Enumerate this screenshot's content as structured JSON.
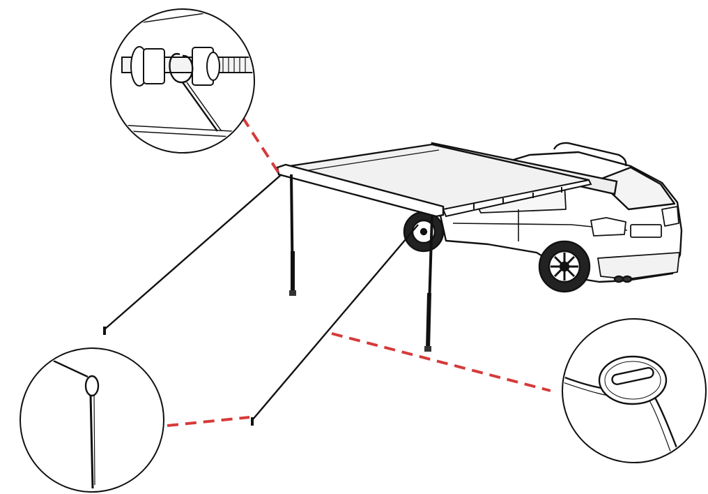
{
  "diagram": {
    "subject": "car-side-awning-setup",
    "colors": {
      "line": "#111111",
      "callout": "#d63a3a",
      "canopy": "#f1f1f1",
      "car_body": "#ffffff",
      "background": "#ffffff"
    },
    "callouts": [
      {
        "id": "pole-knob-detail",
        "icon": "threaded-knob-with-guy-rope"
      },
      {
        "id": "ground-peg-detail",
        "icon": "tent-peg-with-rope-loop"
      },
      {
        "id": "rope-tensioner-detail",
        "icon": "rope-tensioner-slider"
      }
    ],
    "components": [
      "awning-canopy",
      "awning-roller-case",
      "support-pole-front",
      "support-pole-rear",
      "guy-rope-left",
      "guy-rope-right",
      "roof-rack",
      "hatchback-car"
    ]
  }
}
